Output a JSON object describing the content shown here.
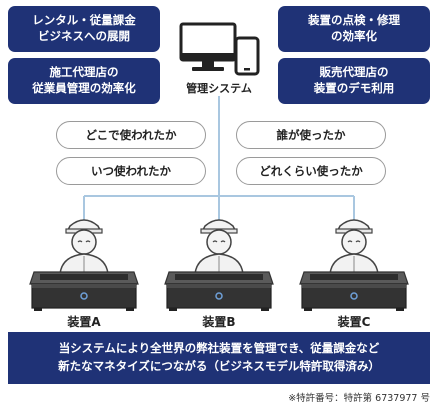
{
  "boxes": {
    "top_left": "レンタル・従量課金\nビジネスへの展開",
    "bottom_left": "施工代理店の\n従業員管理の効率化",
    "top_right": "装置の点検・修理\nの効率化",
    "bottom_right": "販売代理店の\n装置のデモ利用"
  },
  "center": {
    "label": "管理システム",
    "icon": "computer-tablet-icon"
  },
  "bubbles": {
    "where": "どこで使われたか",
    "when": "いつ使われたか",
    "who": "誰が使ったか",
    "how_much": "どれくらい使ったか"
  },
  "devices": [
    {
      "label": "装置A"
    },
    {
      "label": "装置B"
    },
    {
      "label": "装置C"
    }
  ],
  "banner": "当システムにより全世界の弊社装置を管理でき、従量課金など\n新たなマネタイズにつながる（ビジネスモデル特許取得済み）",
  "note": "※特許番号：特許第 6737977 号",
  "colors": {
    "navy": "#1f3276",
    "line": "#a9c7e0"
  }
}
